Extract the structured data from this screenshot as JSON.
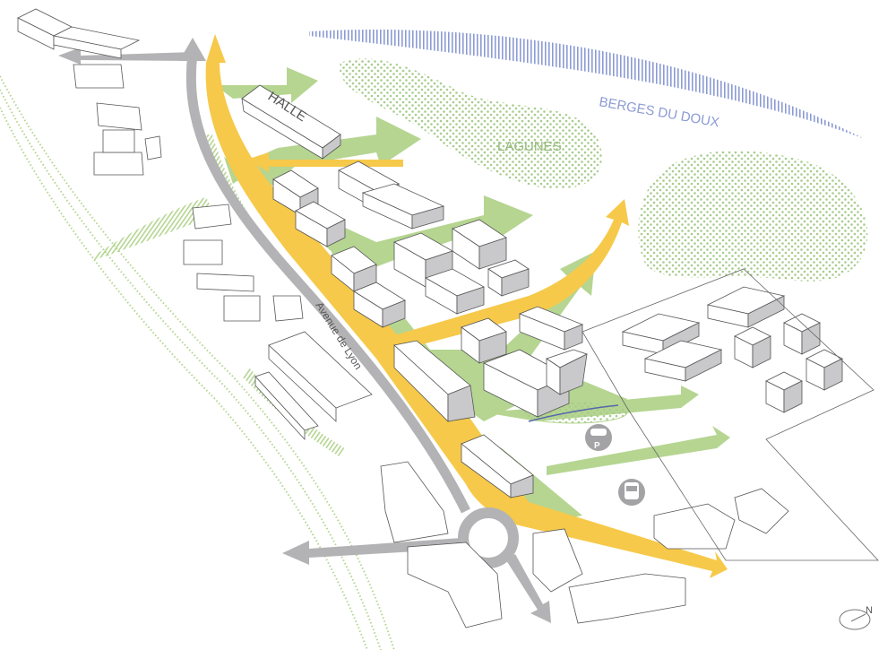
{
  "labels": {
    "halle": "HALLE",
    "lagunes": "LAGUNES",
    "berges": "BERGES DU DOUX",
    "avenue": "Avenue de Lyon",
    "north": "N",
    "parking_letter": "P"
  },
  "icons": [
    "parking-icon",
    "bus-icon",
    "north-arrow-icon"
  ],
  "colors": {
    "yellow_axis": "#f6c94a",
    "green_flow": "#b5d591",
    "road_gray": "#b3b3b5",
    "berges_blue": "#8c9bd3",
    "lagoon_dots": "#a7cc8c"
  }
}
